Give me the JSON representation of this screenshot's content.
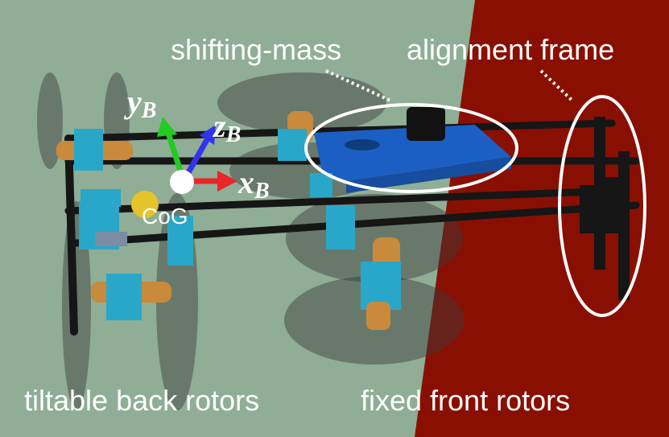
{
  "labels": {
    "shifting_mass": "shifting-mass",
    "alignment_frame": "alignment frame",
    "back_rotors": "tiltable back rotors",
    "front_rotors": "fixed front rotors",
    "cog": "CoG"
  },
  "axes": {
    "x": {
      "letter": "x",
      "sub": "B"
    },
    "y": {
      "letter": "y",
      "sub": "B"
    },
    "z": {
      "letter": "z",
      "sub": "B"
    }
  },
  "colors": {
    "background_left": "#8fae95",
    "background_right": "#8a0f03",
    "frame_blue": "#1c5fc4",
    "mount_cyan": "#29a7c8",
    "motor_orange": "#c98a3b",
    "axis_x": "#e8252a",
    "axis_y": "#22cc22",
    "axis_z": "#3333ee"
  }
}
